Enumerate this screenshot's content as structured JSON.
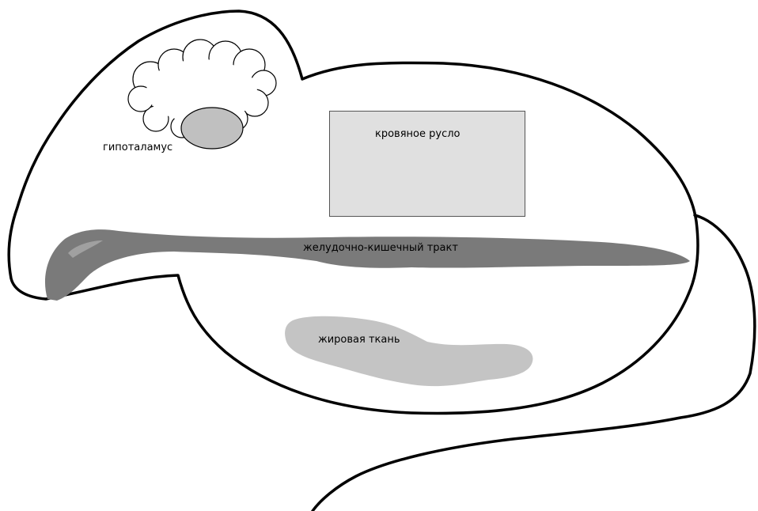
{
  "labels": {
    "hypothalamus": "гипоталамус",
    "bloodstream": "кровяное русло",
    "gi_tract": "желудочно-кишечный тракт",
    "adipose": "жировая ткань"
  },
  "colors": {
    "outline": "#000000",
    "brain_fill": "#ffffff",
    "hypothalamus_fill": "#c0c0c0",
    "bloodstream_fill": "#e0e0e0",
    "bloodstream_border": "#555555",
    "gi_tract": "#7a7a7a",
    "adipose": "#c4c4c4"
  }
}
